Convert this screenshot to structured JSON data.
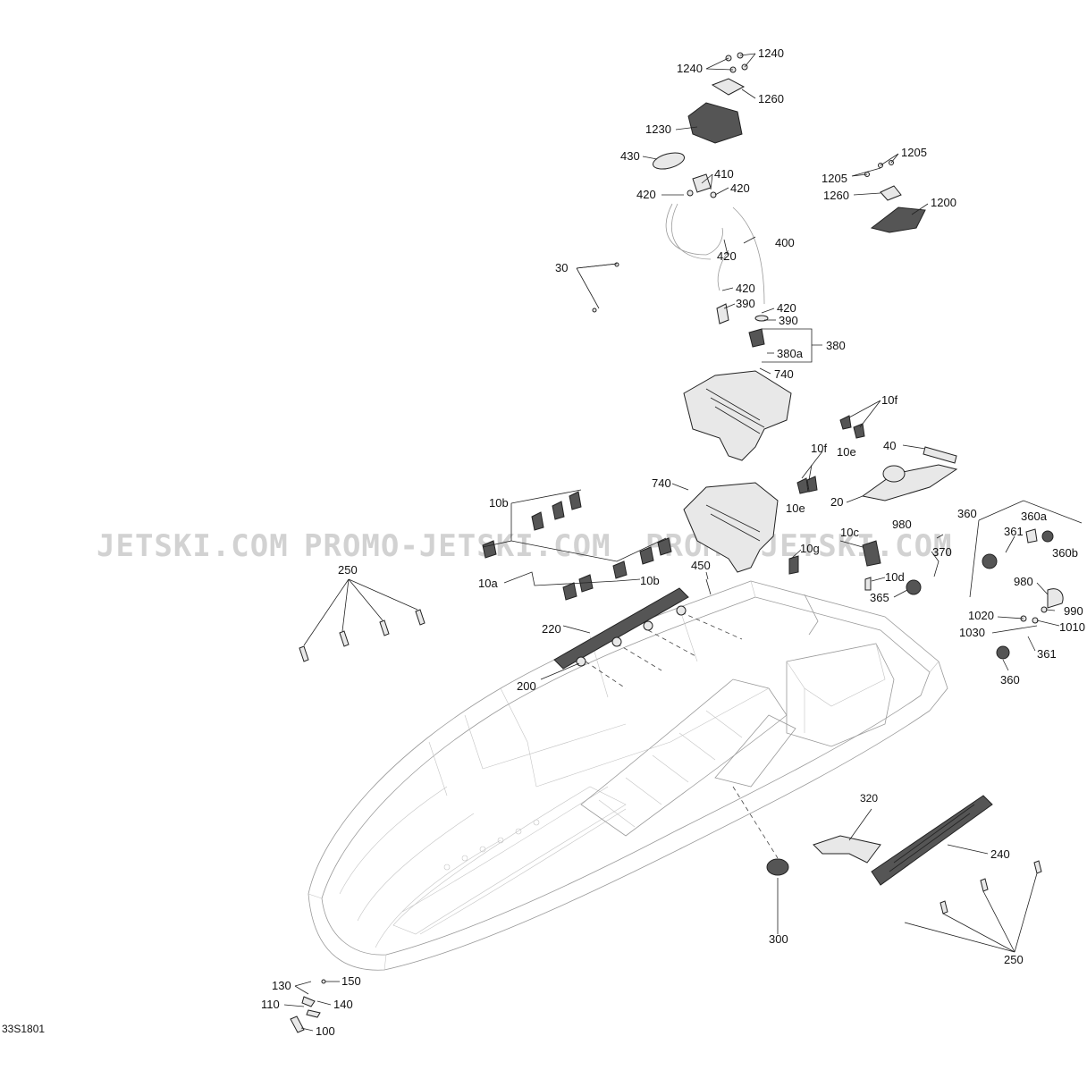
{
  "diagram_code": "33S1801",
  "watermarks": [
    "JETSKI.COM",
    "PROMO-JETSKI.COM",
    "PROMO-JETSKI.COM"
  ],
  "callouts": [
    {
      "id": "1240a",
      "text": "1240"
    },
    {
      "id": "1240b",
      "text": "1240"
    },
    {
      "id": "1260a",
      "text": "1260"
    },
    {
      "id": "1230",
      "text": "1230"
    },
    {
      "id": "430",
      "text": "430"
    },
    {
      "id": "410",
      "text": "410"
    },
    {
      "id": "420a",
      "text": "420"
    },
    {
      "id": "420b",
      "text": "420"
    },
    {
      "id": "420c",
      "text": "420"
    },
    {
      "id": "420d",
      "text": "420"
    },
    {
      "id": "420e",
      "text": "420"
    },
    {
      "id": "400",
      "text": "400"
    },
    {
      "id": "390a",
      "text": "390"
    },
    {
      "id": "390b",
      "text": "390"
    },
    {
      "id": "380",
      "text": "380"
    },
    {
      "id": "380a",
      "text": "380a"
    },
    {
      "id": "740a",
      "text": "740"
    },
    {
      "id": "740b",
      "text": "740"
    },
    {
      "id": "1205a",
      "text": "1205"
    },
    {
      "id": "1205b",
      "text": "1205"
    },
    {
      "id": "1260b",
      "text": "1260"
    },
    {
      "id": "1200",
      "text": "1200"
    },
    {
      "id": "30",
      "text": "30"
    },
    {
      "id": "10f1",
      "text": "10f"
    },
    {
      "id": "10f2",
      "text": "10f"
    },
    {
      "id": "10e1",
      "text": "10e"
    },
    {
      "id": "10e2",
      "text": "10e"
    },
    {
      "id": "40",
      "text": "40"
    },
    {
      "id": "20",
      "text": "20"
    },
    {
      "id": "10b1",
      "text": "10b"
    },
    {
      "id": "10b2",
      "text": "10b"
    },
    {
      "id": "10a",
      "text": "10a"
    },
    {
      "id": "10g",
      "text": "10g"
    },
    {
      "id": "10c",
      "text": "10c"
    },
    {
      "id": "10d",
      "text": "10d"
    },
    {
      "id": "980a",
      "text": "980"
    },
    {
      "id": "980b",
      "text": "980"
    },
    {
      "id": "370",
      "text": "370"
    },
    {
      "id": "365",
      "text": "365"
    },
    {
      "id": "360a",
      "text": "360"
    },
    {
      "id": "360b",
      "text": "360"
    },
    {
      "id": "360a_lbl",
      "text": "360a"
    },
    {
      "id": "360b_lbl",
      "text": "360b"
    },
    {
      "id": "361a",
      "text": "361"
    },
    {
      "id": "361b",
      "text": "361"
    },
    {
      "id": "990",
      "text": "990"
    },
    {
      "id": "1010",
      "text": "1010"
    },
    {
      "id": "1020",
      "text": "1020"
    },
    {
      "id": "1030",
      "text": "1030"
    },
    {
      "id": "450",
      "text": "450"
    },
    {
      "id": "250a",
      "text": "250"
    },
    {
      "id": "250b",
      "text": "250"
    },
    {
      "id": "220",
      "text": "220"
    },
    {
      "id": "200",
      "text": "200"
    },
    {
      "id": "320",
      "text": "320"
    },
    {
      "id": "240",
      "text": "240"
    },
    {
      "id": "300",
      "text": "300"
    },
    {
      "id": "130",
      "text": "130"
    },
    {
      "id": "150",
      "text": "150"
    },
    {
      "id": "140",
      "text": "140"
    },
    {
      "id": "110",
      "text": "110"
    },
    {
      "id": "100",
      "text": "100"
    }
  ]
}
